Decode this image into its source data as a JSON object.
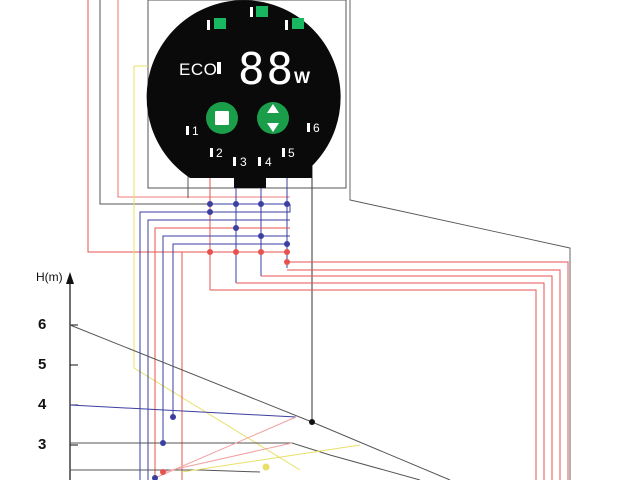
{
  "display": {
    "eco_label": "ECO",
    "power_readout": "88",
    "power_unit": "W",
    "mode_indicators": [
      "1",
      "2",
      "3",
      "4",
      "5",
      "6"
    ],
    "stop_button_icon": "stop-square-icon",
    "select_button_icon": "up-down-arrows-icon",
    "top_icons": [
      "autoadapt-icon",
      "autoadapt-icon",
      "night-mode-icon"
    ]
  },
  "chart": {
    "y_axis_label": "H(m)",
    "y_ticks": [
      "6",
      "5",
      "4",
      "3"
    ]
  },
  "colors": {
    "panel": "#0a0a0a",
    "button_green": "#1a9e4a",
    "indicator_green": "#19b860",
    "wire_red": "#e6534f",
    "wire_pink": "#f2a0a0",
    "wire_blue": "#3b3fa0",
    "wire_yellow": "#e8e06a",
    "wire_gray": "#555555"
  }
}
